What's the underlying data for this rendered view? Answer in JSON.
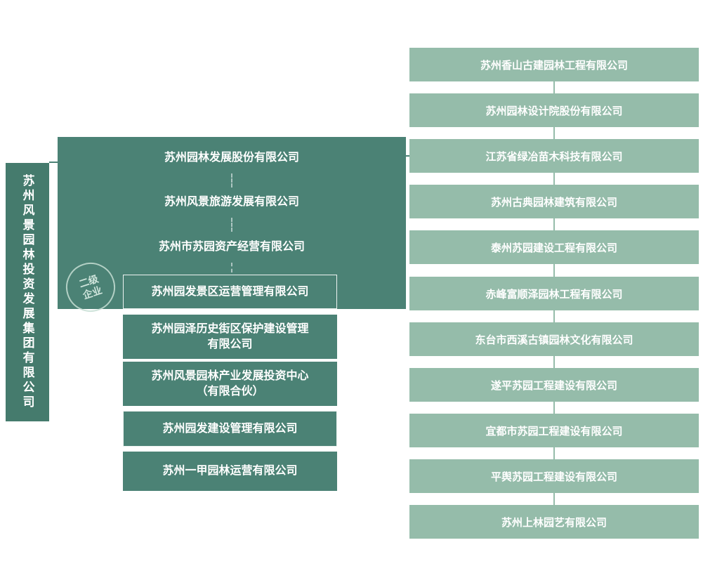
{
  "colors": {
    "root_box_green": "#457b6d",
    "subsidiary_panel_green": "#4b8275",
    "affiliate_light_green": "#95bcaa",
    "text_white": "#ffffff"
  },
  "root": {
    "label": "苏州风景园林投资发展集团有限公司"
  },
  "watermark": {
    "text": "二级\n企业"
  },
  "subsidiaries": [
    {
      "label": "苏州园林发展股份有限公司",
      "bordered": false
    },
    {
      "label": "苏州风景旅游发展有限公司",
      "bordered": false
    },
    {
      "label": "苏州市苏园资产经营有限公司",
      "bordered": false
    },
    {
      "label": "苏州园发景区运营管理有限公司",
      "bordered": true
    },
    {
      "label": "苏州园泽历史街区保护建设管理\n有限公司",
      "bordered": false
    },
    {
      "label": "苏州风景园林产业发展投资中心\n（有限合伙）",
      "bordered": false
    },
    {
      "label": "苏州园发建设管理有限公司",
      "bordered": true
    },
    {
      "label": "苏州一甲园林运营有限公司",
      "bordered": false
    }
  ],
  "affiliates": [
    {
      "label": "苏州香山古建园林工程有限公司"
    },
    {
      "label": "苏州园林设计院股份有限公司"
    },
    {
      "label": "江苏省绿冶苗木科技有限公司"
    },
    {
      "label": "苏州古典园林建筑有限公司"
    },
    {
      "label": "泰州苏园建设工程有限公司"
    },
    {
      "label": "赤峰富顺泽园林工程有限公司"
    },
    {
      "label": "东台市西溪古镇园林文化有限公司"
    },
    {
      "label": "遂平苏园工程建设有限公司"
    },
    {
      "label": "宜都市苏园工程建设有限公司"
    },
    {
      "label": "平舆苏园工程建设有限公司"
    },
    {
      "label": "苏州上林园艺有限公司"
    }
  ]
}
